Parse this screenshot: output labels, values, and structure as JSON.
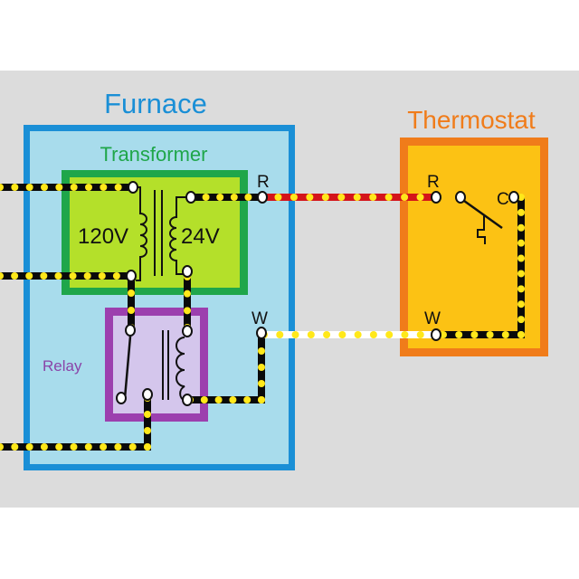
{
  "diagram": {
    "furnace": {
      "title": "Furnace",
      "color": "#1a8fd6"
    },
    "transformer": {
      "title": "Transformer",
      "primary_label": "120V",
      "secondary_label": "24V",
      "color": "#1fa64a"
    },
    "relay": {
      "title": "Relay",
      "color": "#8a44a8"
    },
    "thermostat": {
      "title": "Thermostat",
      "color": "#f07c1a"
    },
    "terminals": {
      "furnace_r": "R",
      "furnace_w": "W",
      "thermostat_r": "R",
      "thermostat_w": "W",
      "thermostat_c": "C"
    },
    "wire_colors": {
      "black": "#0a0a0a",
      "red": "#d4141a",
      "white": "#ffffff",
      "dot": "#ffe81a"
    }
  }
}
